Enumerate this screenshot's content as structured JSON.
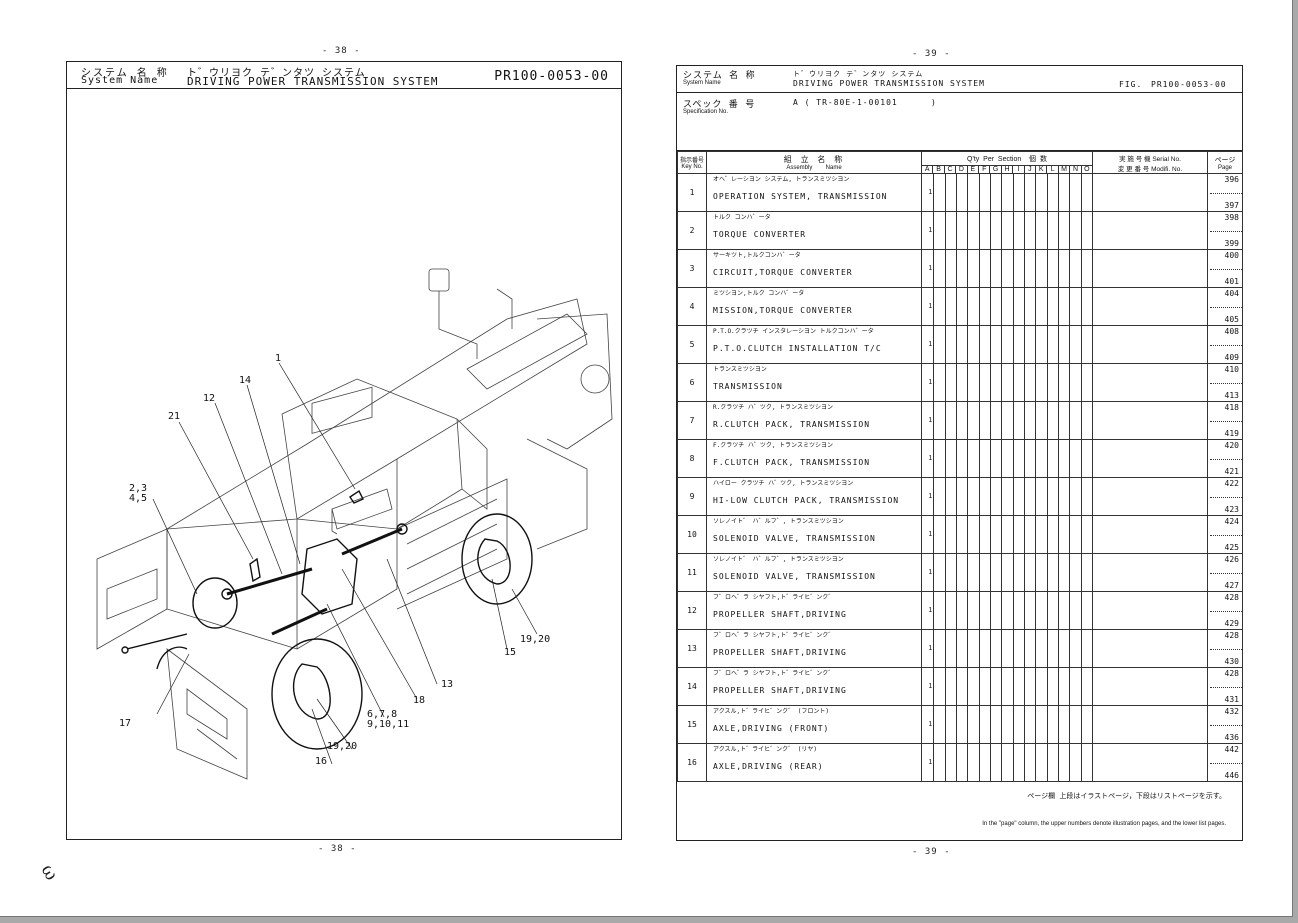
{
  "left_page": {
    "page_number_top": "- 38 -",
    "page_number_bottom": "- 38 -",
    "header": {
      "system_label_jp": "システム 名 称",
      "system_label_en": "System Name",
      "system_name_kana": "ト゛ウリヨク テ゛ンタツ システム",
      "system_name_en": "DRIVING POWER TRANSMISSION SYSTEM",
      "figure_code": "PR100-0053-00"
    },
    "diagram": {
      "description": "Exploded isometric view of rough-terrain crane carrier showing driving power transmission components",
      "callouts": [
        "1",
        "14",
        "12",
        "21",
        "2,3",
        "4,5",
        "13",
        "18",
        "6,7,8",
        "9,10,11",
        "19,20",
        "16",
        "17",
        "15",
        "19,20"
      ]
    },
    "margin_mark": "ω"
  },
  "right_page": {
    "page_number_top": "- 39 -",
    "page_number_bottom": "- 39 -",
    "header": {
      "system_label_jp": "システム 名 称",
      "system_label_en": "System Name",
      "system_name_kana": "ト゛ウリヨク テ゛ンタツ システム",
      "system_name_en": "DRIVING POWER TRANSMISSION SYSTEM",
      "fig_label": "FIG.",
      "figure_code": "PR100-0053-00",
      "spec_label_jp": "スペック 番 号",
      "spec_label_en": "Specification No.",
      "spec_value": "A ( TR-80E-1-00101",
      "spec_close": ")"
    },
    "table": {
      "columns": {
        "key_jp": "指示番号",
        "key_en": "Key No.",
        "assembly_jp": "組 立 名 称",
        "assembly_en": "Assembly        Name",
        "qty_title": "Q'ty  Per  Section    個  数",
        "qty_letters": [
          "A",
          "B",
          "C",
          "D",
          "E",
          "F",
          "G",
          "H",
          "I",
          "J",
          "K",
          "L",
          "M",
          "N",
          "O"
        ],
        "serial_jp": "実 施 号 機  Serial No.",
        "serial_en": "変 更 番 号  Modifi. No.",
        "page_jp": "ページ",
        "page_en": "Page"
      },
      "rows": [
        {
          "key": "1",
          "name_kana": "オヘ゜レーシヨン システム, トランスミツシヨン",
          "name_en": "OPERATION SYSTEM, TRANSMISSION",
          "qty_a": "1",
          "page_upper": "396",
          "page_lower": "397"
        },
        {
          "key": "2",
          "name_kana": "トルク コンハ゛ータ",
          "name_en": "TORQUE CONVERTER",
          "qty_a": "1",
          "page_upper": "398",
          "page_lower": "399"
        },
        {
          "key": "3",
          "name_kana": "サーキツト,トルクコンハ゛ータ",
          "name_en": "CIRCUIT,TORQUE CONVERTER",
          "qty_a": "1",
          "page_upper": "400",
          "page_lower": "401"
        },
        {
          "key": "4",
          "name_kana": "ミツシヨン,トルク コンハ゛ータ",
          "name_en": "MISSION,TORQUE CONVERTER",
          "qty_a": "1",
          "page_upper": "404",
          "page_lower": "405"
        },
        {
          "key": "5",
          "name_kana": "P.T.O.クラツチ インスタレーシヨン トルクコンハ゛ータ",
          "name_en": "P.T.O.CLUTCH INSTALLATION T/C",
          "qty_a": "1",
          "page_upper": "408",
          "page_lower": "409"
        },
        {
          "key": "6",
          "name_kana": "トランスミツシヨン",
          "name_en": "TRANSMISSION",
          "qty_a": "1",
          "page_upper": "410",
          "page_lower": "413"
        },
        {
          "key": "7",
          "name_kana": "R.クラツチ ハ゜ツク, トランスミツシヨン",
          "name_en": "R.CLUTCH PACK, TRANSMISSION",
          "qty_a": "1",
          "page_upper": "418",
          "page_lower": "419"
        },
        {
          "key": "8",
          "name_kana": "F.クラツチ ハ゜ツク, トランスミツシヨン",
          "name_en": "F.CLUTCH PACK, TRANSMISSION",
          "qty_a": "1",
          "page_upper": "420",
          "page_lower": "421"
        },
        {
          "key": "9",
          "name_kana": "ハイロー クラツチ ハ゜ツク, トランスミツシヨン",
          "name_en": "HI-LOW CLUTCH PACK, TRANSMISSION",
          "qty_a": "1",
          "page_upper": "422",
          "page_lower": "423"
        },
        {
          "key": "10",
          "name_kana": "ソレノイト゛ ハ゛ルフ゛, トランスミツシヨン",
          "name_en": "SOLENOID VALVE, TRANSMISSION",
          "qty_a": "1",
          "page_upper": "424",
          "page_lower": "425"
        },
        {
          "key": "11",
          "name_kana": "ソレノイト゛ ハ゛ルフ゛, トランスミツシヨン",
          "name_en": "SOLENOID VALVE, TRANSMISSION",
          "qty_a": "1",
          "page_upper": "426",
          "page_lower": "427"
        },
        {
          "key": "12",
          "name_kana": "フ゜ロヘ゜ラ シヤフト,ト゛ライヒ゛ンク゛",
          "name_en": "PROPELLER SHAFT,DRIVING",
          "qty_a": "1",
          "page_upper": "428",
          "page_lower": "429"
        },
        {
          "key": "13",
          "name_kana": "フ゜ロヘ゜ラ シヤフト,ト゛ライヒ゛ンク゛",
          "name_en": "PROPELLER SHAFT,DRIVING",
          "qty_a": "1",
          "page_upper": "428",
          "page_lower": "430"
        },
        {
          "key": "14",
          "name_kana": "フ゜ロヘ゜ラ シヤフト,ト゛ライヒ゛ンク゛",
          "name_en": "PROPELLER SHAFT,DRIVING",
          "qty_a": "1",
          "page_upper": "428",
          "page_lower": "431"
        },
        {
          "key": "15",
          "name_kana": "アクスル,ト゛ライヒ゛ンク゛ (フロント)",
          "name_en": "AXLE,DRIVING (FRONT)",
          "qty_a": "1",
          "page_upper": "432",
          "page_lower": "436"
        },
        {
          "key": "16",
          "name_kana": "アクスル,ト゛ライヒ゛ンク゛ (リヤ)",
          "name_en": "AXLE,DRIVING (REAR)",
          "qty_a": "1",
          "page_upper": "442",
          "page_lower": "446"
        }
      ]
    },
    "footer": {
      "note_jp": "ページ欄  上段はイラストページ，下段はリストページを示す。",
      "note_en": "In the \"page\" column, the upper numbers denote illustration pages, and the lower list pages."
    }
  }
}
